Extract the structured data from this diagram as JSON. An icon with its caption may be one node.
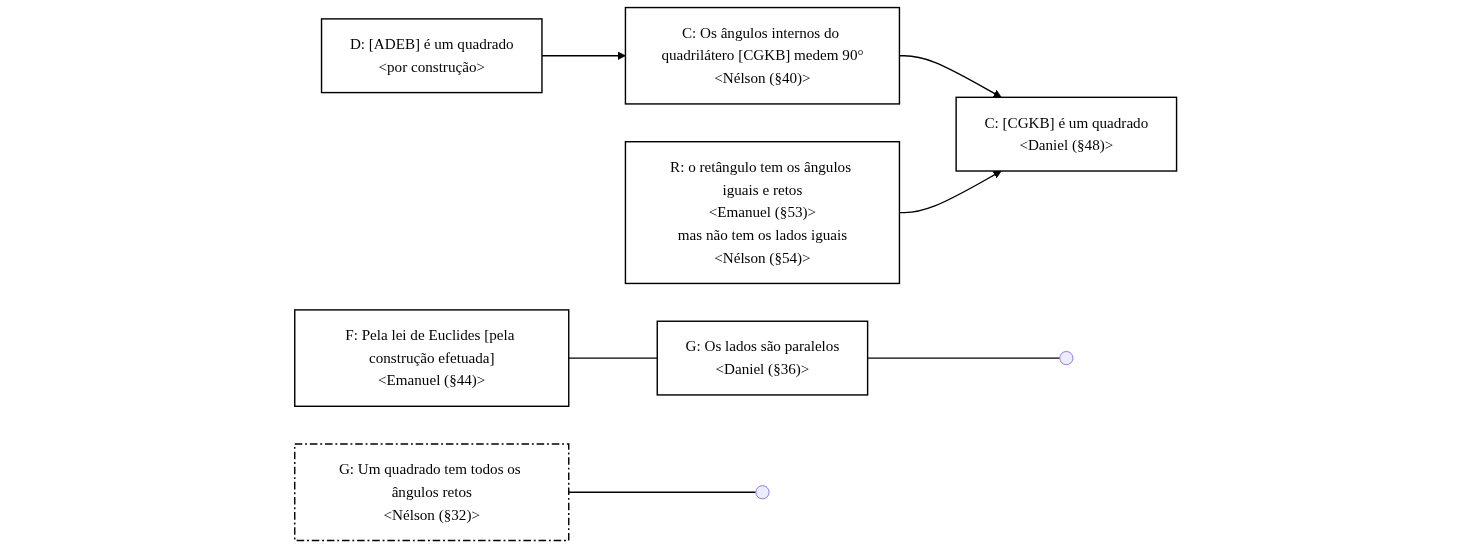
{
  "diagram": {
    "nodes": [
      {
        "text": [
          "D: [ADEB] é um quadrado",
          "<por construção>"
        ]
      },
      {
        "text": [
          "C: Os ângulos internos do quadrilátero [CGKB] medem 90°",
          "<Nélson (§40)>"
        ]
      },
      {
        "text": [
          "C: [CGKB] é um quadrado",
          "<Daniel (§48)>"
        ]
      },
      {
        "text": [
          "G: Os lados são paralelos",
          "<Daniel (§36)>"
        ]
      },
      {
        "text": [
          "G: Um quadrado tem todos os ângulos retos",
          "<Nélson (§32)>"
        ]
      },
      {
        "text": [
          "F: Pela lei de Euclides [pela construção efetuada]",
          "<Emanuel (§44)>"
        ]
      },
      {
        "text": [
          "R: o retângulo tem os ângulos iguais e retos",
          "<Emanuel (§53)>",
          "mas não tem os lados iguais",
          "<Nélson (§54)>"
        ]
      }
    ],
    "edges": [
      {
        "from": 0,
        "to": 1,
        "arrow": "to"
      },
      {
        "from": 1,
        "to": 2,
        "arrow": "to"
      },
      {
        "from": 3,
        "to": null,
        "arrow": "none"
      },
      {
        "from": 5,
        "to": 3,
        "arrow": "none"
      },
      {
        "from": 4,
        "to": null,
        "arrow": "none"
      },
      {
        "from": 6,
        "to": 2,
        "arrow": "to"
      }
    ]
  }
}
